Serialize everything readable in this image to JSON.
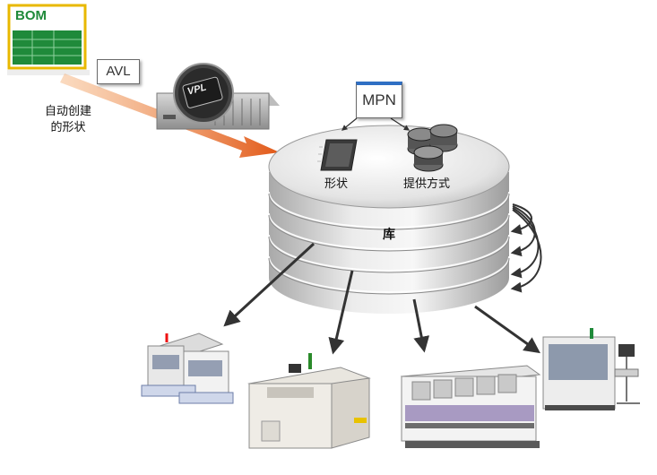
{
  "bom": {
    "label": "BOM",
    "border_color": "#e8b800",
    "grid_color": "#1f8a3a"
  },
  "avl": {
    "label": "AVL"
  },
  "vpl": {
    "label": "VPL"
  },
  "auto_create": {
    "line1": "自动创建",
    "line2": "的形状"
  },
  "mpn": {
    "label": "MPN",
    "header_color": "#2f6fc4"
  },
  "library": {
    "label": "库",
    "shape_label": "形状",
    "packaging_label": "提供方式"
  },
  "colors": {
    "flow_arrow": "#e45a12",
    "connector_arrow": "#3a3a3a"
  },
  "machines": [
    {
      "icon": "pick-and-place-machine-icon"
    },
    {
      "icon": "printer-machine-icon"
    },
    {
      "icon": "feeder-line-machine-icon"
    },
    {
      "icon": "inspection-machine-icon"
    }
  ]
}
